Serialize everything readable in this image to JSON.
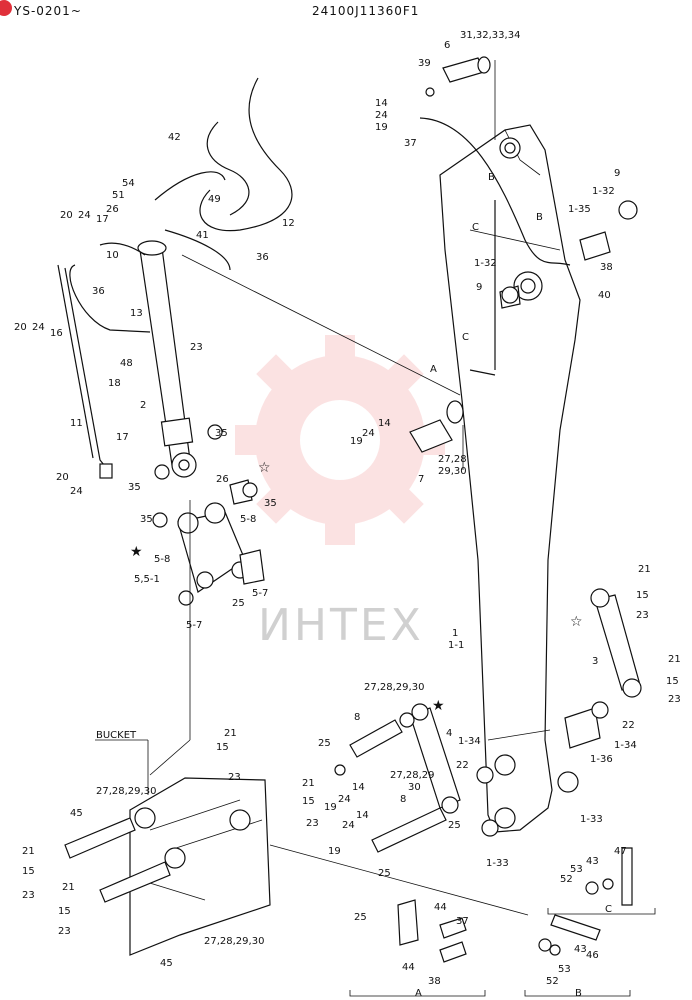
{
  "header": {
    "serial": "YS-0201~",
    "part_code": "24100J11360F1"
  },
  "watermark": {
    "text": "ИНТЕХ",
    "color": "#f08080"
  },
  "star_symbols": {
    "solid": "★",
    "outline": "☆"
  },
  "section_labels": {
    "bucket": "BUCKET",
    "a": "A",
    "b": "B",
    "c": "C"
  },
  "callouts": [
    {
      "id": "c01",
      "text": "31,32,33,34"
    },
    {
      "id": "c02",
      "text": "6"
    },
    {
      "id": "c03",
      "text": "39"
    },
    {
      "id": "c04",
      "text": "14"
    },
    {
      "id": "c05",
      "text": "24"
    },
    {
      "id": "c06",
      "text": "19"
    },
    {
      "id": "c07",
      "text": "37"
    },
    {
      "id": "c08",
      "text": "42"
    },
    {
      "id": "c09",
      "text": "49"
    },
    {
      "id": "c10",
      "text": "12"
    },
    {
      "id": "c11",
      "text": "54"
    },
    {
      "id": "c12",
      "text": "51"
    },
    {
      "id": "c13",
      "text": "26"
    },
    {
      "id": "c14",
      "text": "20"
    },
    {
      "id": "c15",
      "text": "24"
    },
    {
      "id": "c16",
      "text": "17"
    },
    {
      "id": "c17",
      "text": "41"
    },
    {
      "id": "c18",
      "text": "36"
    },
    {
      "id": "c19",
      "text": "10"
    },
    {
      "id": "c20",
      "text": "36"
    },
    {
      "id": "c21",
      "text": "20"
    },
    {
      "id": "c22",
      "text": "24"
    },
    {
      "id": "c23",
      "text": "16"
    },
    {
      "id": "c24",
      "text": "13"
    },
    {
      "id": "c25",
      "text": "23"
    },
    {
      "id": "c26",
      "text": "48"
    },
    {
      "id": "c27",
      "text": "18"
    },
    {
      "id": "c28",
      "text": "2"
    },
    {
      "id": "c29",
      "text": "11"
    },
    {
      "id": "c30",
      "text": "17"
    },
    {
      "id": "c31",
      "text": "35"
    },
    {
      "id": "c32",
      "text": "20"
    },
    {
      "id": "c33",
      "text": "24"
    },
    {
      "id": "c34",
      "text": "35"
    },
    {
      "id": "c35",
      "text": "26"
    },
    {
      "id": "c36",
      "text": "35"
    },
    {
      "id": "c37",
      "text": "5-8"
    },
    {
      "id": "c38",
      "text": "35"
    },
    {
      "id": "c39",
      "text": "5-8"
    },
    {
      "id": "c40",
      "text": "5,5-1"
    },
    {
      "id": "c41",
      "text": "25"
    },
    {
      "id": "c42",
      "text": "5-7"
    },
    {
      "id": "c43",
      "text": "5-7"
    },
    {
      "id": "c44",
      "text": "B"
    },
    {
      "id": "c45",
      "text": "C"
    },
    {
      "id": "c46",
      "text": "B"
    },
    {
      "id": "c47",
      "text": "1-35"
    },
    {
      "id": "c48",
      "text": "9"
    },
    {
      "id": "c49",
      "text": "1-32"
    },
    {
      "id": "c50",
      "text": "1-32"
    },
    {
      "id": "c51",
      "text": "38"
    },
    {
      "id": "c52",
      "text": "9"
    },
    {
      "id": "c53",
      "text": "40"
    },
    {
      "id": "c54",
      "text": "C"
    },
    {
      "id": "c55",
      "text": "A"
    },
    {
      "id": "c56",
      "text": "14"
    },
    {
      "id": "c57",
      "text": "19"
    },
    {
      "id": "c58",
      "text": "24"
    },
    {
      "id": "c59",
      "text": "7"
    },
    {
      "id": "c60",
      "text": "27,28"
    },
    {
      "id": "c61",
      "text": "29,30"
    },
    {
      "id": "c62",
      "text": "1"
    },
    {
      "id": "c63",
      "text": "1-1"
    },
    {
      "id": "c64",
      "text": "21"
    },
    {
      "id": "c65",
      "text": "15"
    },
    {
      "id": "c66",
      "text": "23"
    },
    {
      "id": "c67",
      "text": "3"
    },
    {
      "id": "c68",
      "text": "21"
    },
    {
      "id": "c69",
      "text": "15"
    },
    {
      "id": "c70",
      "text": "23"
    },
    {
      "id": "c71",
      "text": "22"
    },
    {
      "id": "c72",
      "text": "1-34"
    },
    {
      "id": "c73",
      "text": "1-36"
    },
    {
      "id": "c74",
      "text": "1-33"
    },
    {
      "id": "c75",
      "text": "27,28,29,30"
    },
    {
      "id": "c76",
      "text": "8"
    },
    {
      "id": "c77",
      "text": "4"
    },
    {
      "id": "c78",
      "text": "1-34"
    },
    {
      "id": "c79",
      "text": "22"
    },
    {
      "id": "c80",
      "text": "25"
    },
    {
      "id": "c81",
      "text": "14"
    },
    {
      "id": "c82",
      "text": "19"
    },
    {
      "id": "c83",
      "text": "24"
    },
    {
      "id": "c84",
      "text": "27,28,29"
    },
    {
      "id": "c85",
      "text": "30"
    },
    {
      "id": "c86",
      "text": "8"
    },
    {
      "id": "c87",
      "text": "25"
    },
    {
      "id": "c88",
      "text": "1-33"
    },
    {
      "id": "c89",
      "text": "21"
    },
    {
      "id": "c90",
      "text": "15"
    },
    {
      "id": "c91",
      "text": "23"
    },
    {
      "id": "c92",
      "text": "21"
    },
    {
      "id": "c93",
      "text": "15"
    },
    {
      "id": "c94",
      "text": "23"
    },
    {
      "id": "c95",
      "text": "14"
    },
    {
      "id": "c96",
      "text": "24"
    },
    {
      "id": "c97",
      "text": "19"
    },
    {
      "id": "c98",
      "text": "25"
    },
    {
      "id": "c99",
      "text": "27,28,29,30"
    },
    {
      "id": "c100",
      "text": "45"
    },
    {
      "id": "c101",
      "text": "21"
    },
    {
      "id": "c102",
      "text": "15"
    },
    {
      "id": "c103",
      "text": "23"
    },
    {
      "id": "c104",
      "text": "21"
    },
    {
      "id": "c105",
      "text": "15"
    },
    {
      "id": "c106",
      "text": "23"
    },
    {
      "id": "c107",
      "text": "27,28,29,30"
    },
    {
      "id": "c108",
      "text": "45"
    },
    {
      "id": "c109",
      "text": "25"
    },
    {
      "id": "c110",
      "text": "44"
    },
    {
      "id": "c111",
      "text": "37"
    },
    {
      "id": "c112",
      "text": "44"
    },
    {
      "id": "c113",
      "text": "38"
    },
    {
      "id": "c114",
      "text": "47"
    },
    {
      "id": "c115",
      "text": "53"
    },
    {
      "id": "c116",
      "text": "43"
    },
    {
      "id": "c117",
      "text": "52"
    },
    {
      "id": "c118",
      "text": "43"
    },
    {
      "id": "c119",
      "text": "46"
    },
    {
      "id": "c120",
      "text": "53"
    },
    {
      "id": "c121",
      "text": "52"
    }
  ]
}
